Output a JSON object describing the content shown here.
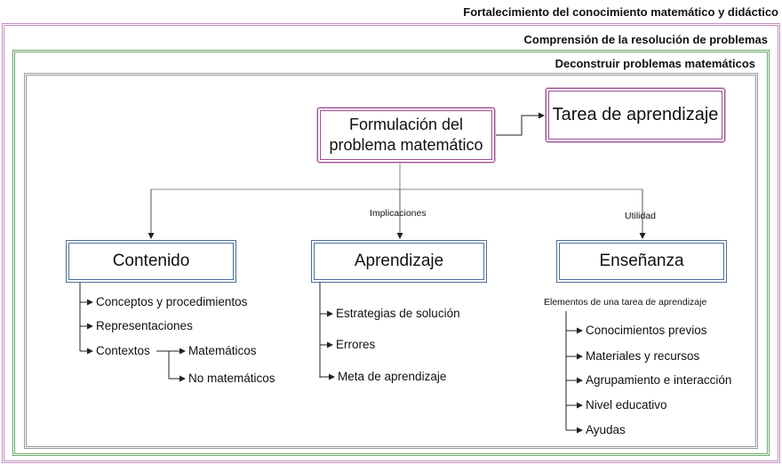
{
  "frames": {
    "outer_title": "Fortalecimiento del conocimiento matemático y didáctico",
    "middle_title": "Comprensión de la resolución de problemas",
    "inner_title": "Deconstruir problemas matemáticos",
    "colors": {
      "outer": "#c58fc0",
      "middle": "#6aaa6a",
      "inner": "#999999"
    }
  },
  "nodes": {
    "formulation": "Formulación del problema matemático",
    "task": "Tarea de aprendizaje",
    "content": "Contenido",
    "learning": "Aprendizaje",
    "teaching": "Enseñanza"
  },
  "edge_labels": {
    "implications": "Implicaciones",
    "utility": "Utilidad"
  },
  "content_items": [
    "Conceptos y procedimientos",
    "Representaciones",
    "Contextos"
  ],
  "context_items": [
    "Matemáticos",
    "No matemáticos"
  ],
  "learning_items": [
    "Estrategias de solución",
    "Errores",
    "Meta de aprendizaje"
  ],
  "teaching_heading": "Elementos de una tarea de aprendizaje",
  "teaching_items": [
    "Conocimientos previos",
    "Materiales y recursos",
    "Agrupamiento e interacción",
    "Nivel educativo",
    "Ayudas"
  ]
}
